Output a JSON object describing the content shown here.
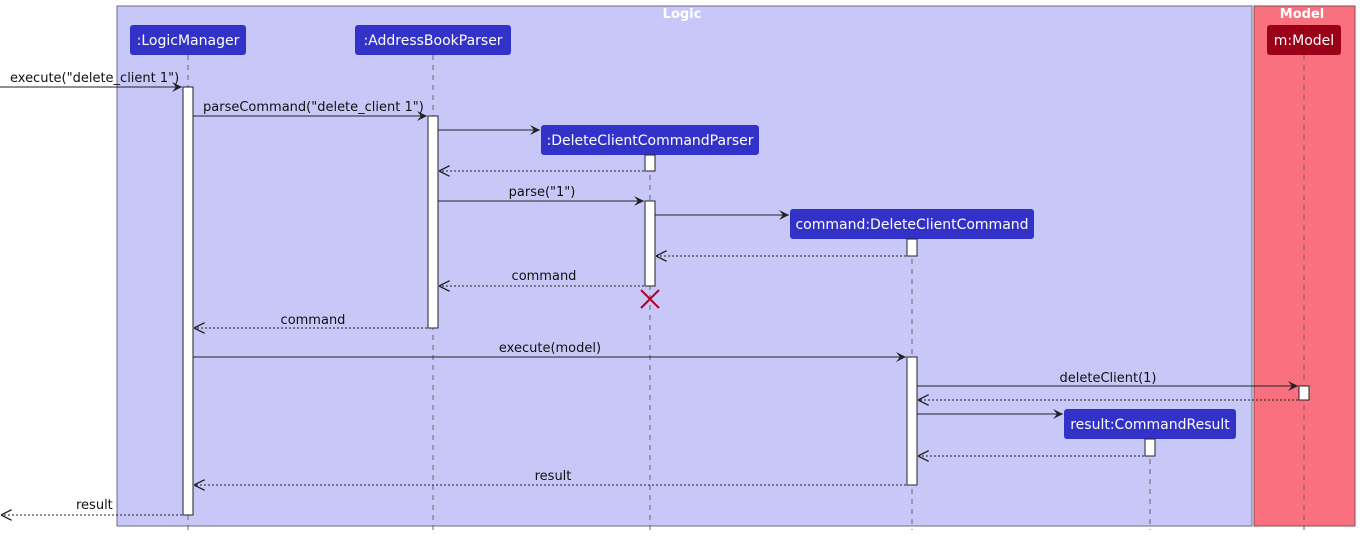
{
  "colors": {
    "logic_box": "#c8c8f8",
    "model_box": "#f9707f",
    "logic_participant": "#3232c8",
    "model_participant": "#9b0019",
    "destroy_mark": "#b4002a"
  },
  "boxes": {
    "logic": {
      "title": "Logic"
    },
    "model": {
      "title": "Model"
    }
  },
  "participants": {
    "logic_manager": ":LogicManager",
    "address_book_parser": ":AddressBookParser",
    "delete_client_command_parser": ":DeleteClientCommandParser",
    "delete_client_command": "command:DeleteClientCommand",
    "command_result": "result:CommandResult",
    "model": "m:Model"
  },
  "messages": {
    "execute_call": "execute(\"delete_client 1\")",
    "parse_command": "parseCommand(\"delete_client 1\")",
    "parse": "parse(\"1\")",
    "return_command_from_parser": "command",
    "return_command_to_logic": "command",
    "execute_model": "execute(model)",
    "delete_client": "deleteClient(1)",
    "return_result_to_logic": "result",
    "return_result_out": "result"
  }
}
